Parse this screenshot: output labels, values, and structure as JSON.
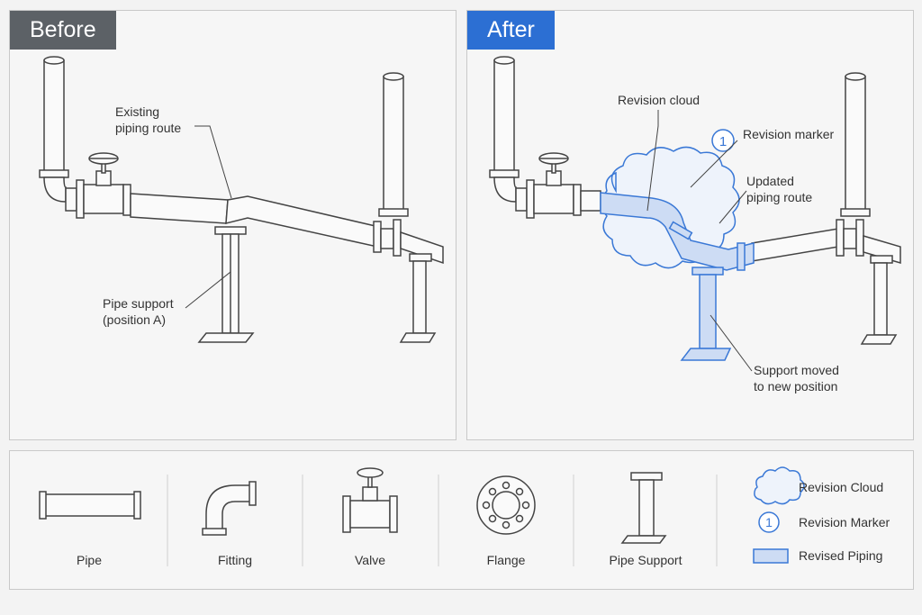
{
  "before": {
    "tag": "Before",
    "callouts": {
      "existing_route": [
        "Existing",
        "piping route"
      ],
      "pipe_support": [
        "Pipe support",
        "(position A)"
      ]
    }
  },
  "after": {
    "tag": "After",
    "callouts": {
      "revision_cloud": "Revision cloud",
      "revision_marker": "Revision marker",
      "marker_number": "1",
      "updated_route": [
        "Updated",
        "piping route"
      ],
      "support_moved": [
        "Support moved",
        "to new position"
      ]
    }
  },
  "legend": {
    "items": [
      "Pipe",
      "Fitting",
      "Valve",
      "Flange",
      "Pipe Support"
    ],
    "annotation_items": [
      {
        "label": "Revision Cloud",
        "icon": "cloud-icon"
      },
      {
        "label": "Revision Marker",
        "icon": "marker-icon",
        "number": "1"
      },
      {
        "label": "Revised Piping",
        "icon": "revised-piping-swatch-icon"
      }
    ]
  },
  "colors": {
    "before_tag": "#5c6166",
    "after_tag": "#2c6fd3",
    "revision_blue": "#3a78d6",
    "revision_fill": "#cddcf4",
    "line": "#444444"
  }
}
